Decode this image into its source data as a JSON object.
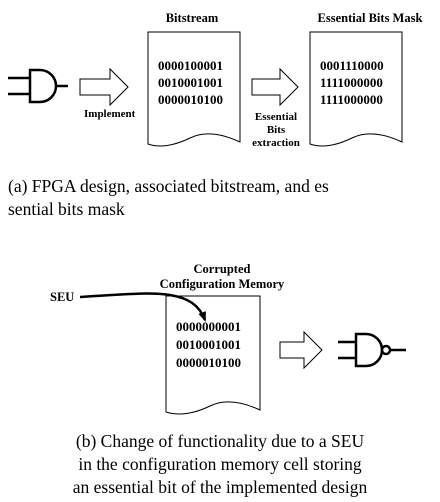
{
  "part_a": {
    "bitstream_title": "Bitstream",
    "bitstream_rows": [
      "0000100001",
      "0010001001",
      "0000010100"
    ],
    "mask_title": "Essential Bits Mask",
    "mask_rows": [
      "0001110000",
      "1111000000",
      "1111000000"
    ],
    "implement_label": "Implement",
    "extraction_label": [
      "Essential",
      "Bits",
      "extraction"
    ],
    "caption_lines": [
      "(a) FPGA design, associated bitstream, and es",
      "sential bits mask"
    ]
  },
  "part_b": {
    "memory_title": [
      "Corrupted",
      "Configuration Memory"
    ],
    "seu_label": "SEU",
    "memory_rows": [
      "0000000001",
      "0010001001",
      "0000010100"
    ],
    "caption_lines": [
      "(b) Change of functionality due to a SEU",
      "in the configuration memory cell storing",
      "an essential bit of the implemented design"
    ]
  }
}
